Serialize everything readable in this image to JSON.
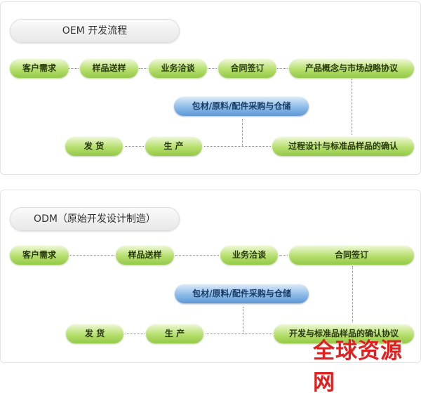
{
  "oem": {
    "title": "OEM 开发流程",
    "row1": [
      "客户需求",
      "样品送样",
      "业务洽谈",
      "合同签订",
      "产品概念与市场战略协议"
    ],
    "purchase": "包材/原料/配件采购与仓储",
    "row3": [
      "发 货",
      "生 产",
      "过程设计与标准品样品的确认"
    ]
  },
  "odm": {
    "title": "ODM（原始开发设计制造）",
    "row1": [
      "客户需求",
      "样品送样",
      "业务洽谈",
      "合同签订"
    ],
    "purchase": "包材/原料/配件采购与仓储",
    "row3": [
      "发 货",
      "生 产",
      "开发与标准品样品的确认协议"
    ]
  },
  "watermark": "全球资源网"
}
